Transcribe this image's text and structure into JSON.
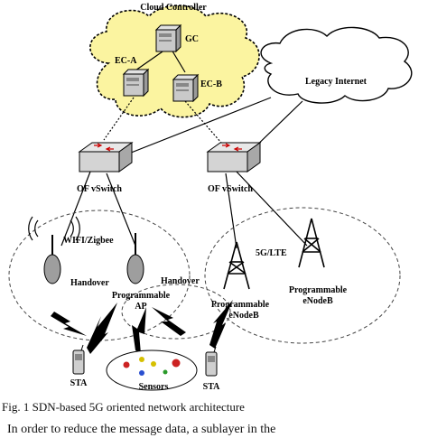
{
  "diagram": {
    "title": "Cloud Controller",
    "gc_label": "GC",
    "eca_label": "EC-A",
    "ecb_label": "EC-B",
    "legacy_label": "Legacy Internet",
    "ofs_left_label": "OF vSwitch",
    "ofs_right_label": "OF vSwitch",
    "wifi_label": "WIFI/Zigbee",
    "lte_label": "5G/LTE",
    "handover_left_label": "Handover",
    "handover_right_label": "Handover",
    "prog_ap_label_1": "Programmable",
    "prog_ap_label_2": "AP",
    "prog_enb_center_1": "Programmable",
    "prog_enb_center_2": "eNodeB",
    "prog_enb_right_1": "Programmable",
    "prog_enb_right_2": "eNodeB",
    "sta_left_label": "STA",
    "sta_right_label": "STA",
    "sensors_label": "Sensors"
  },
  "caption": "Fig. 1 SDN-based 5G oriented network architecture",
  "body_text_fragment": "In order to reduce the message data, a sublayer in the"
}
